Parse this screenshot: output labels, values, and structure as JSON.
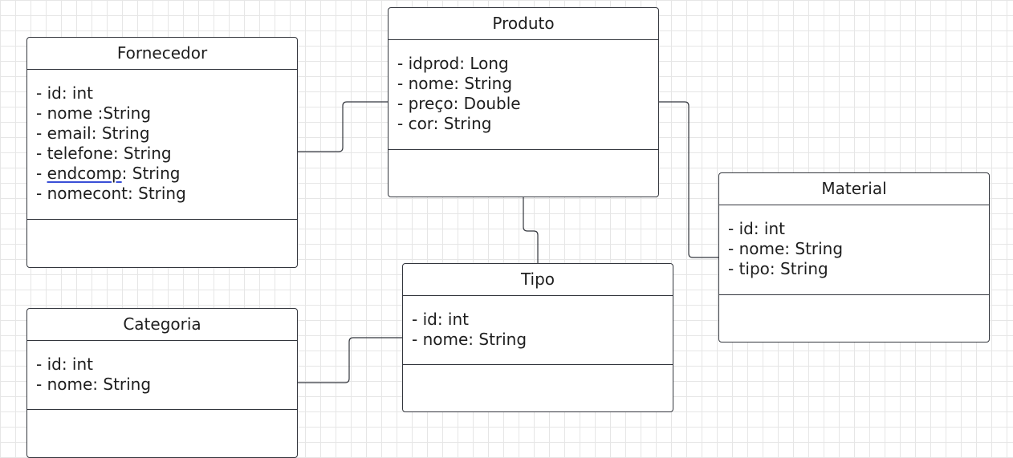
{
  "classes": {
    "produto": {
      "name": "Produto",
      "attributes": [
        "- idprod: Long",
        "- nome: String",
        "- preço: Double",
        "- cor: String"
      ]
    },
    "fornecedor": {
      "name": "Fornecedor",
      "attributes": [
        "- id: int",
        "- nome :String",
        "- email: String",
        "- telefone: String",
        "- nomecont: String"
      ],
      "endcomp_prefix": "- ",
      "endcomp_word": "endcomp",
      "endcomp_suffix": ": String"
    },
    "material": {
      "name": "Material",
      "attributes": [
        "- id: int",
        "- nome: String",
        "- tipo: String"
      ]
    },
    "tipo": {
      "name": "Tipo",
      "attributes": [
        "- id: int",
        "- nome: String"
      ]
    },
    "categoria": {
      "name": "Categoria",
      "attributes": [
        "- id: int",
        "- nome: String"
      ]
    }
  },
  "colors": {
    "border": "#33363d",
    "text": "#1e1e1e",
    "grid": "#e6e6e6",
    "spellcheck_underline": "#3a4fd6"
  }
}
